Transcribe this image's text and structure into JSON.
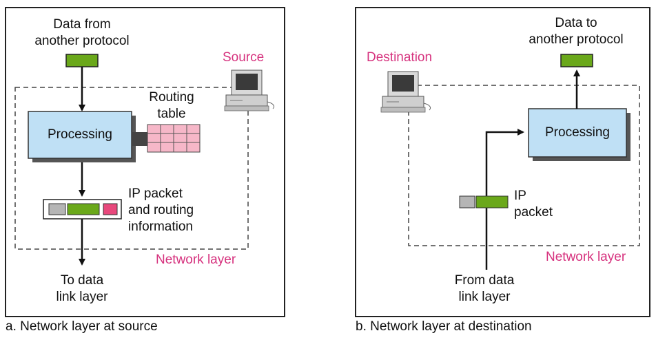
{
  "left_panel": {
    "input_label": [
      "Data from",
      "another protocol"
    ],
    "node_label": "Source",
    "routing_table_label": [
      "Routing",
      "table"
    ],
    "process_label": "Processing",
    "packet_label": [
      "IP packet",
      "and routing",
      "information"
    ],
    "output_label": [
      "To data",
      "link layer"
    ],
    "layer_label": "Network layer",
    "caption": "a. Network layer at source"
  },
  "right_panel": {
    "output_label": [
      "Data to",
      "another protocol"
    ],
    "node_label": "Destination",
    "process_label": "Processing",
    "packet_label": [
      "IP",
      "packet"
    ],
    "input_label": [
      "From data",
      "link layer"
    ],
    "layer_label": "Network layer",
    "caption": "b. Network layer at destination"
  },
  "colors": {
    "data_block": "#6aa81a",
    "process_box": "#bfe0f5",
    "routing_table": "#f6b7c8",
    "header_block": "#b5b5b5",
    "info_block": "#e8487c",
    "accent_text": "#d6327e"
  }
}
